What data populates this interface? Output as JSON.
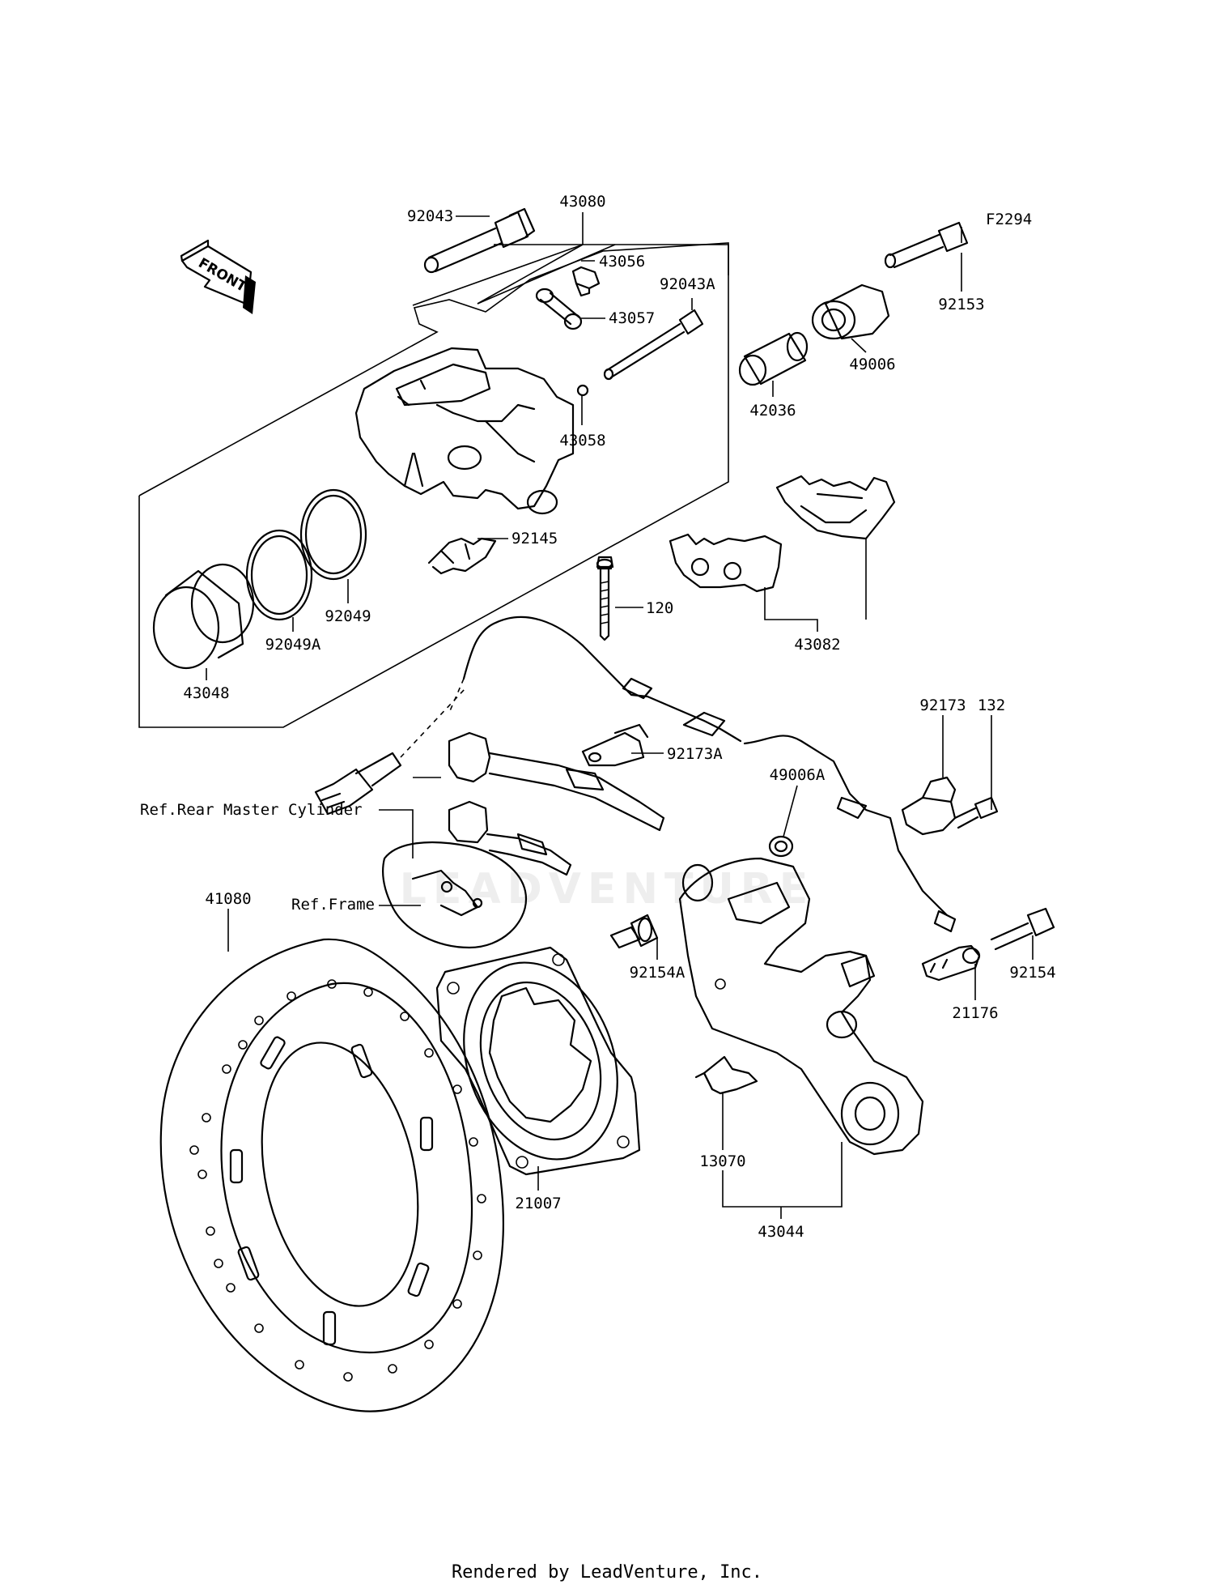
{
  "front_badge": "FRONT",
  "ref_code": "F2294",
  "callouts": {
    "p43080": "43080",
    "p92043": "92043",
    "p43056": "43056",
    "p92043A": "92043A",
    "p43057": "43057",
    "p43058": "43058",
    "p92153": "92153",
    "p49006": "49006",
    "p42036": "42036",
    "p92145": "92145",
    "p92049": "92049",
    "p92049A": "92049A",
    "p43048": "43048",
    "p120": "120",
    "p43082": "43082",
    "p92173": "92173",
    "p132": "132",
    "p92173A": "92173A",
    "p49006A": "49006A",
    "p41080": "41080",
    "p92154A": "92154A",
    "p92154": "92154",
    "p21176": "21176",
    "p21007": "21007",
    "p13070": "13070",
    "p43044": "43044"
  },
  "references": {
    "master_cylinder": "Ref.Rear Master Cylinder",
    "frame": "Ref.Frame"
  },
  "footer": "Rendered by LeadVenture, Inc.",
  "watermark": "LEADVENTURE"
}
